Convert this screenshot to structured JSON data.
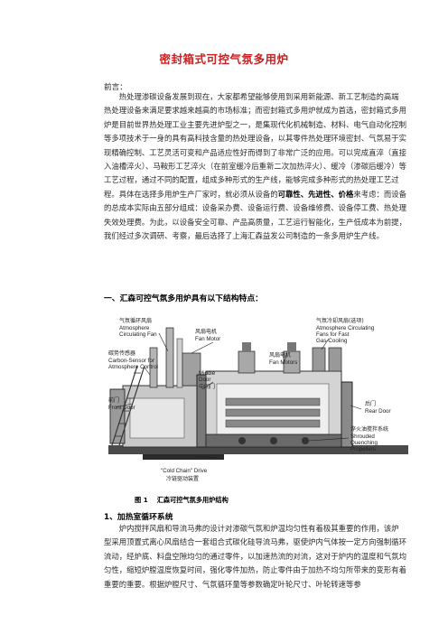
{
  "document": {
    "title": "密封箱式可控气氛多用炉",
    "intro_label": "前言：",
    "intro_paragraph": [
      {
        "t": "热处理渗碳设备发展到现在，大家都希望能够使用到采用新能源、新工艺制造的高端热处理设备来满足要求越来越高的市场标准；而密封箱式多用炉就成为首选，密封箱式多用炉是目前世界热处理工业主要先进炉型之一，是集现代化机械制造、材料、电气自动化控制等多项技术于一身的具有高科技含量的热处理设备，以其零件热处理环境密封、气氛易于实现精确控制、工艺灵活可变和产品适应性好而得到了非常广泛的应用。可以完成直淬（直接入油槽淬火）、马鞍形工艺淬火（在前室缓冷后重新二次加热淬火）、缓冷（渗碳后缓冷）等工艺过程，通过不同的配置，组成多种形式的生产线，能够完成多种形式的热处理工艺过程。具体在选择多用炉生产厂家时，就必须从设备的",
        "b": false
      },
      {
        "t": "可靠性、先进性、价格",
        "b": true
      },
      {
        "t": "来考虑：而设备的总成本实际由五部分组成：设备采办费、设备运行费、设备维修费、设备停工费、热处理失效处理费。为此，以设备安全可靠、产品高质量，工艺运行智能化，生产低成本为前提，我们经过多次调研、考察，最后选择了上海汇森益发公司制造的一条多用炉生产线。",
        "b": false
      }
    ],
    "section1_heading": "一、汇森可控气氛多用炉具有以下结构特点：",
    "figure_labels": {
      "atm_fan_cn": "气氛循环风扇",
      "atm_fan_en1": "Atmosphere",
      "atm_fan_en2": "Circulating Fan",
      "fan_motor_cn": "风扇电机",
      "fan_motor_en": "Fan Motor",
      "carbon_sensor_cn": "碳势传感器",
      "carbon_sensor_en1": "Carbon-Sensor for",
      "carbon_sensor_en2": "Atmosphere Control",
      "middle_door_en1": "Middle",
      "middle_door_en2": "Door",
      "middle_door_cn": "中间门",
      "fan_motors_cn": "风扇电机",
      "fan_motors_en": "Fan Motors",
      "cooling_fan_cn": "气氛冷却风扇(选项)",
      "cooling_fan_en1": "Atmosphere Circulating",
      "cooling_fan_en2": "Fans for Fast",
      "cooling_fan_en3": "Gas-Cooling",
      "front_door_cn": "前门",
      "front_door_en": "Front Door",
      "rear_door_cn": "后门",
      "rear_door_en": "Rear Door",
      "quench_cn": "淬火油搅拌系统",
      "quench_en1": "Shrouded",
      "quench_en2": "Quenching",
      "quench_en3": "Propellers",
      "cold_chain_en": "\"Cold Chain\" Drive",
      "cold_chain_cn": "冷链驱动装置"
    },
    "figure_caption_num": "图 1",
    "figure_caption_text": "汇森可控气氛多用炉结构",
    "section2_heading": "1、加热室循环系统",
    "section2_paragraph": "炉内搅拌风扇和导流马弗的设计对渗碳气氛和炉温均匀性有着极其重要的作用，该炉型采用顶置式离心风扇结合一套组合式碳化硅导流马弗，驱使炉内气体按一定方向强制循环流动，经炉底、料盘空隙均匀的通过零件，以加速热流的对流，这对于炉内的温度和气氛均匀性，缩短炉膛温度恢复时间，强化零件加热，防止零件由于加热不均匀所带来的变形有着重要的重要。根据炉膛尺寸、气氛循环量等参数确定叶轮尺寸、叶轮转速等参"
  }
}
